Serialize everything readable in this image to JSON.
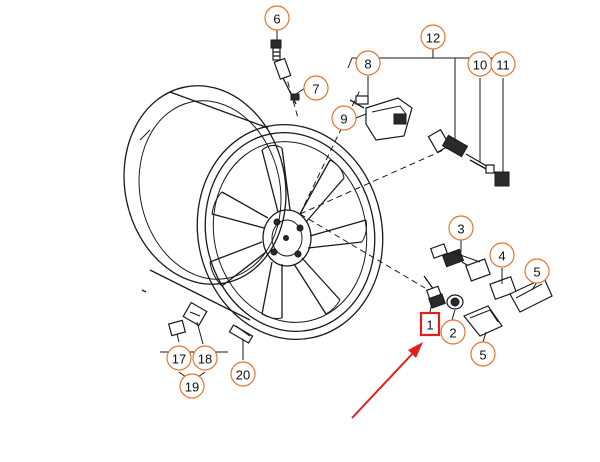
{
  "colors": {
    "callout_ring": "#e8742f",
    "highlight": "#e0201a",
    "line": "#1a1a1a"
  },
  "callouts": [
    {
      "id": "c6",
      "label": "6"
    },
    {
      "id": "c7",
      "label": "7"
    },
    {
      "id": "c12",
      "label": "12"
    },
    {
      "id": "c8",
      "label": "8"
    },
    {
      "id": "c10",
      "label": "10"
    },
    {
      "id": "c11",
      "label": "11"
    },
    {
      "id": "c9",
      "label": "9"
    },
    {
      "id": "c3",
      "label": "3"
    },
    {
      "id": "c4",
      "label": "4"
    },
    {
      "id": "c5a",
      "label": "5"
    },
    {
      "id": "c1",
      "label": "1",
      "highlighted": true
    },
    {
      "id": "c2",
      "label": "2"
    },
    {
      "id": "c5b",
      "label": "5"
    },
    {
      "id": "c17",
      "label": "17"
    },
    {
      "id": "c18",
      "label": "18"
    },
    {
      "id": "c19",
      "label": "19"
    },
    {
      "id": "c20",
      "label": "20"
    }
  ]
}
